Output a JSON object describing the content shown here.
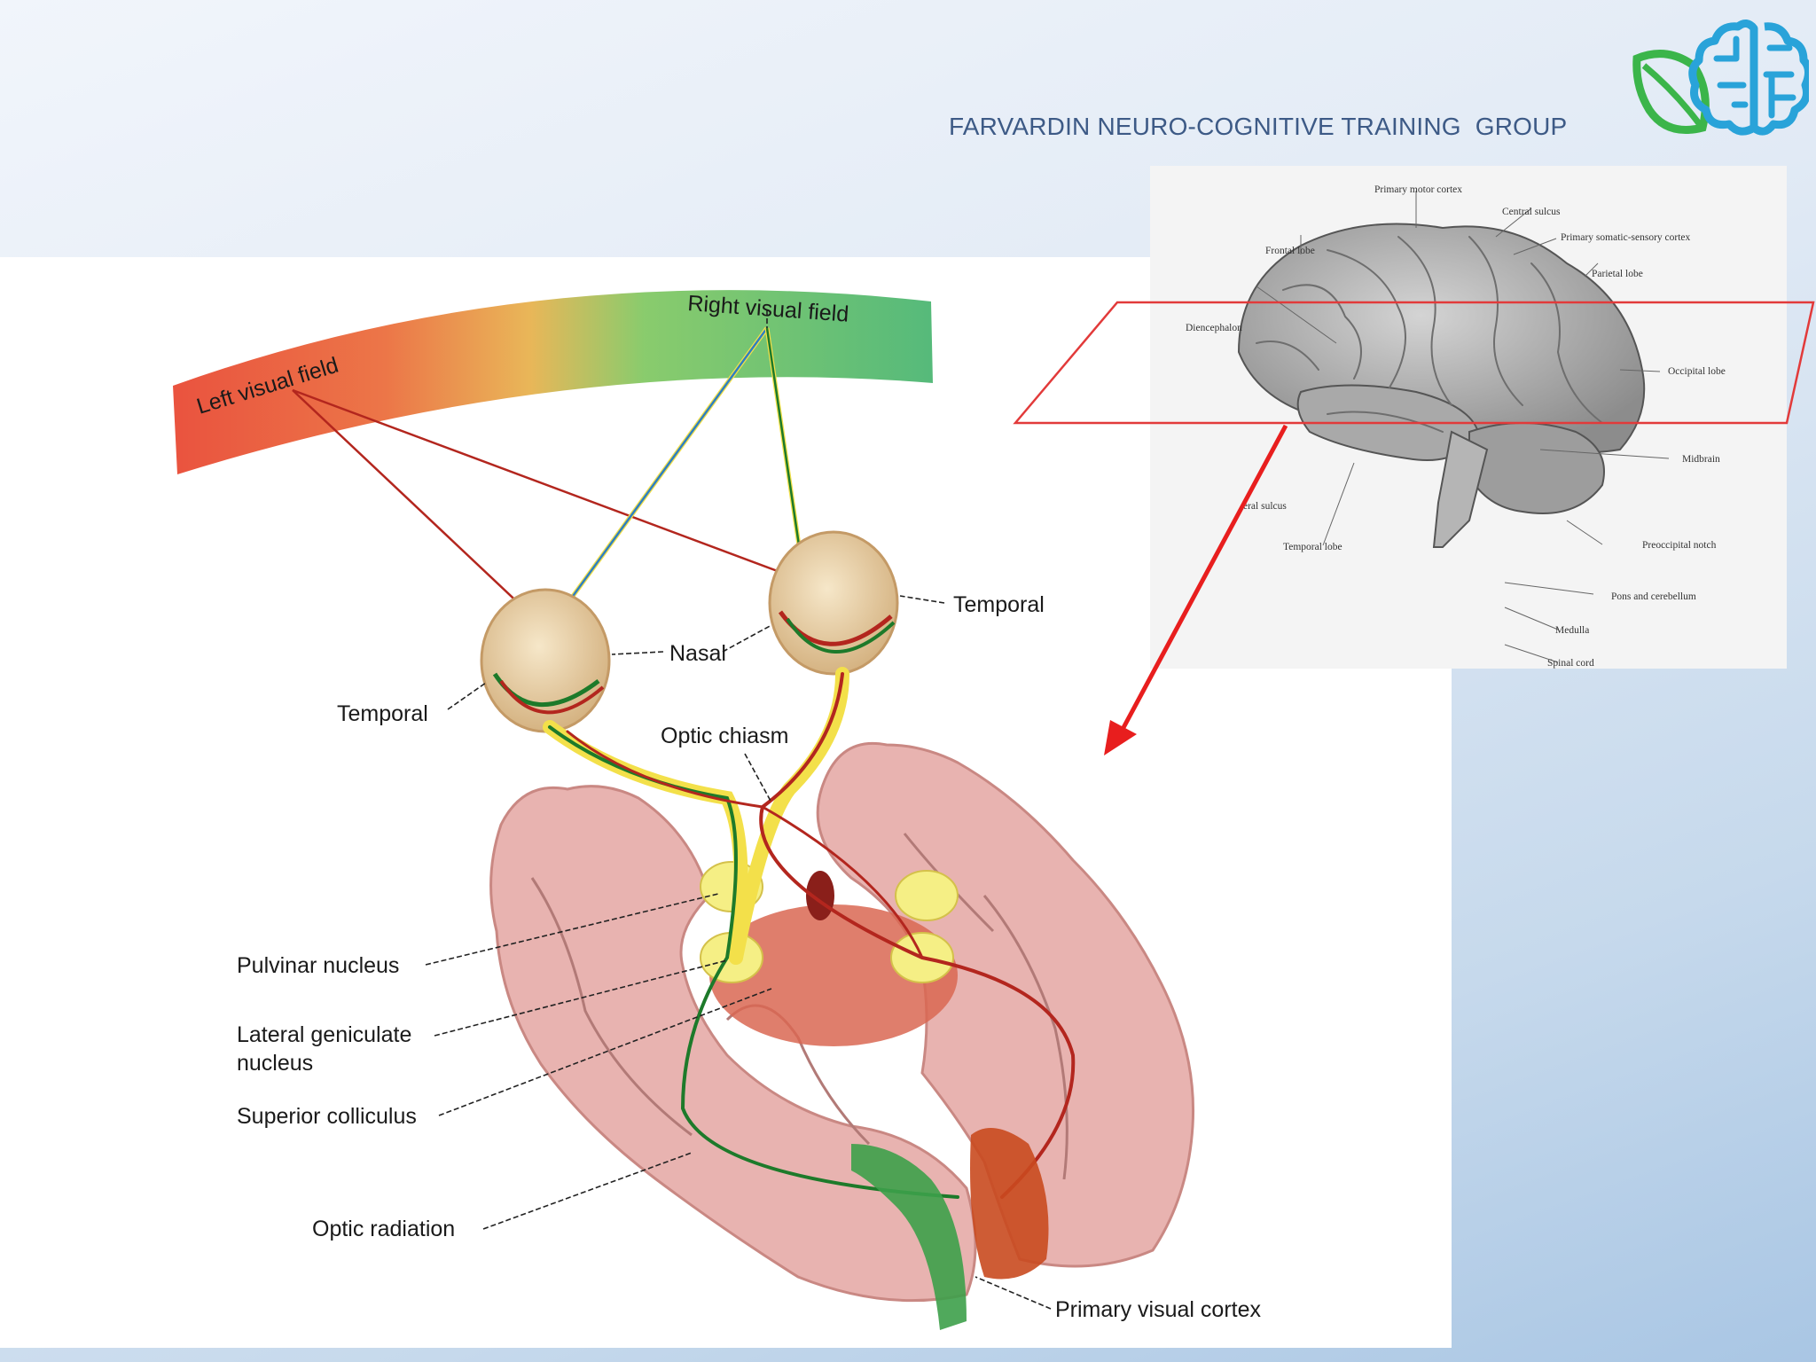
{
  "header": {
    "org_name": "FARVARDIN NEURO-COGNITIVE TRAINING  GROUP",
    "logo_icon": "brain-leaf-icon",
    "logo_colors": {
      "leaf": "#3bb54a",
      "brain": "#29a3d9"
    }
  },
  "visual_pathway": {
    "field_left": "Left visual field",
    "field_right": "Right visual field",
    "labels": {
      "temporal_left": "Temporal",
      "nasal": "Nasal",
      "temporal_right": "Temporal",
      "optic_chiasm": "Optic chiasm",
      "pulvinar": "Pulvinar nucleus",
      "lgn_line1": "Lateral geniculate",
      "lgn_line2": "nucleus",
      "superior_colliculus": "Superior colliculus",
      "optic_radiation": "Optic radiation",
      "primary_visual_cortex": "Primary visual cortex"
    },
    "colors": {
      "left_field": "#e0402a",
      "right_field": "#4fb86a",
      "green_path": "#1d7a2a",
      "red_path": "#b3261e",
      "yellow_path": "#f3e04a",
      "blue_path": "#2f7fc1",
      "brain_tissue": "#e8b3b0"
    }
  },
  "lateral_brain": {
    "labels": {
      "primary_motor_cortex": "Primary motor cortex",
      "central_sulcus": "Central sulcus",
      "primary_somatic_sensory_cortex": "Primary somatic-sensory cortex",
      "frontal_lobe": "Frontal lobe",
      "parietal_lobe": "Parietal lobe",
      "diencephalon": "Diencephalon",
      "occipital_lobe": "Occipital lobe",
      "midbrain": "Midbrain",
      "lateral_sulcus": "eral sulcus",
      "temporal_lobe": "Temporal lobe",
      "preoccipital_notch": "Preoccipital notch",
      "pons_cerebellum": "Pons and cerebellum",
      "medulla": "Medulla",
      "spinal_cord": "Spinal cord"
    },
    "plane_color": "#e23a3a"
  },
  "arrow_color": "#e81e1e"
}
